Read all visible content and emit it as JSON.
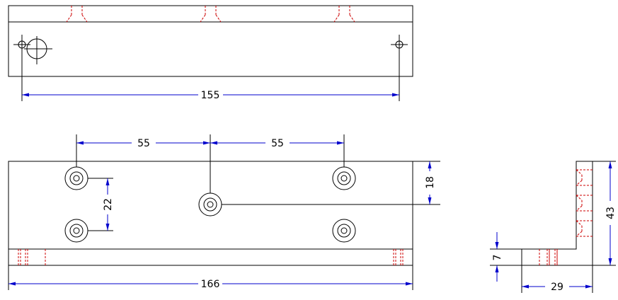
{
  "drawing": {
    "dimensions": {
      "top_width": "155",
      "front_left_spacing": "55",
      "front_right_spacing": "55",
      "front_hole_vertical": "22",
      "front_offset_right": "18",
      "front_width": "166",
      "side_height": "43",
      "side_base_height": "7",
      "side_width": "29"
    },
    "colors": {
      "object_lines": "#000000",
      "hidden_lines": "#cc0000",
      "dimension_lines": "#0000cc"
    }
  }
}
